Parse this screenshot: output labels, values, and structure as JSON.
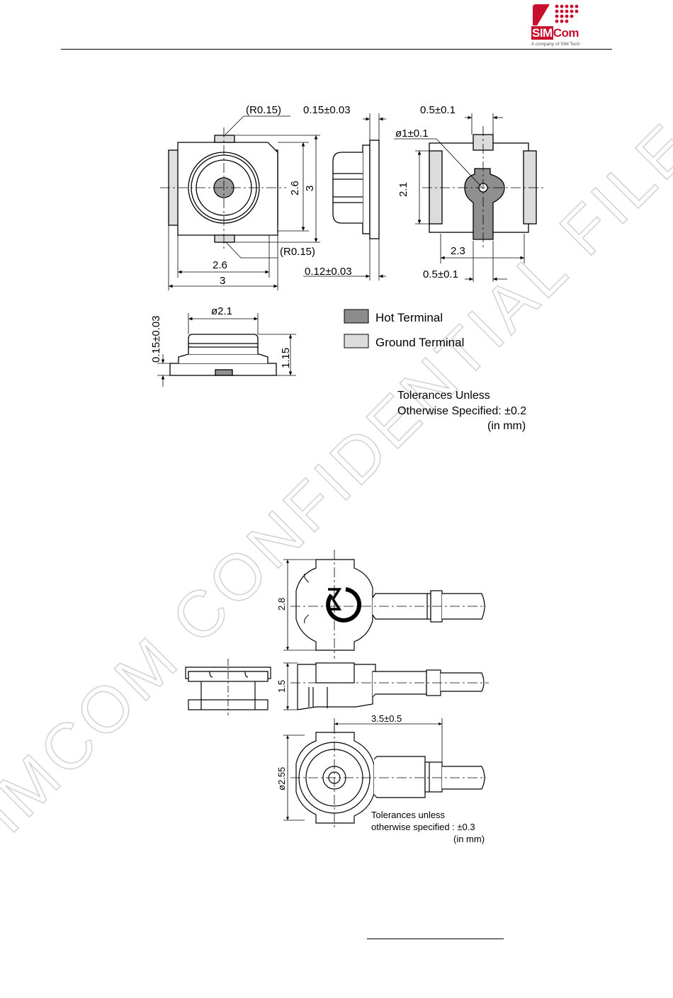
{
  "header": {
    "logo": {
      "brand": "SIMCom",
      "brand_sim": "SIM",
      "brand_com": "Com",
      "tagline": "A company of SIM Tech",
      "color": "#c8102e"
    }
  },
  "watermark": {
    "text": "SIMCOM CONFIDENTIAL FILE",
    "color": "#dcdcdc"
  },
  "figure_1": {
    "top_view": {
      "radius_top": "(R0.15)",
      "radius_bottom": "(R0.15)",
      "inner_height": "2.6",
      "outer_height": "3",
      "inner_width": "2.6",
      "outer_width": "3"
    },
    "side_view": {
      "top_offset": "0.15±0.03",
      "bottom_offset": "0.12±0.03"
    },
    "bottom_view": {
      "hot_width": "0.5±0.1",
      "hole_diameter": "ø1±0.1",
      "pad_height": "2.1",
      "pad_width": "2.3",
      "ground_width": "0.5±0.1"
    },
    "front_view": {
      "diameter": "ø2.1",
      "height": "1.15",
      "base_offset": "0.15±0.03"
    },
    "legend": {
      "hot": "Hot Terminal",
      "ground": "Ground Terminal",
      "hot_color": "#8c8c8c",
      "ground_color": "#dcdcdc"
    },
    "tolerance": {
      "line1": "Tolerances Unless",
      "line2": "Otherwise Specified: ±0.2",
      "line3": "(in mm)"
    }
  },
  "figure_2": {
    "top_height": "2.8",
    "side_height": "1.5",
    "length": "3.5±0.5",
    "diameter": "ø2.55",
    "tolerance": {
      "line1": "Tolerances unless",
      "line2": "otherwise specified : ±0.3",
      "line3": "(in mm)"
    }
  }
}
